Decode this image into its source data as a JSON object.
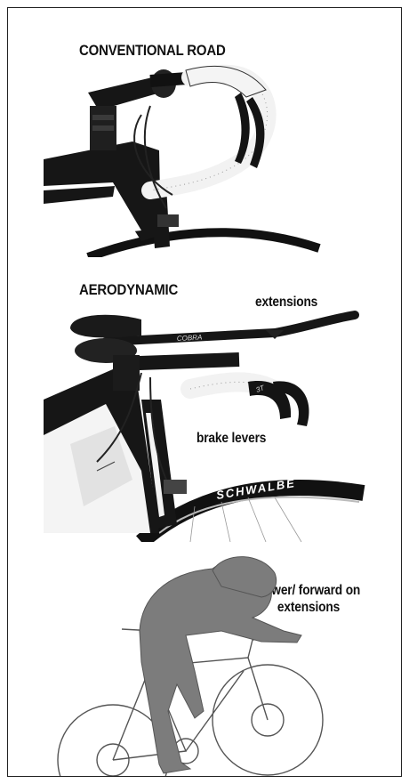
{
  "panels": {
    "road": {
      "title": "CONVENTIONAL ROAD"
    },
    "aero": {
      "title": "AERODYNAMIC",
      "extensions_label": "extensions",
      "brake_levers_label": "brake levers",
      "tyre_brand": "SCHWALBE",
      "bar_brand": "COBRA"
    },
    "rider": {
      "position_label": "Lower/ forward on extensions"
    }
  },
  "colors": {
    "frame_black": "#161616",
    "tape_white": "#f2f2f2",
    "rider_grey": "#7c7c7c",
    "outline": "#555555"
  }
}
